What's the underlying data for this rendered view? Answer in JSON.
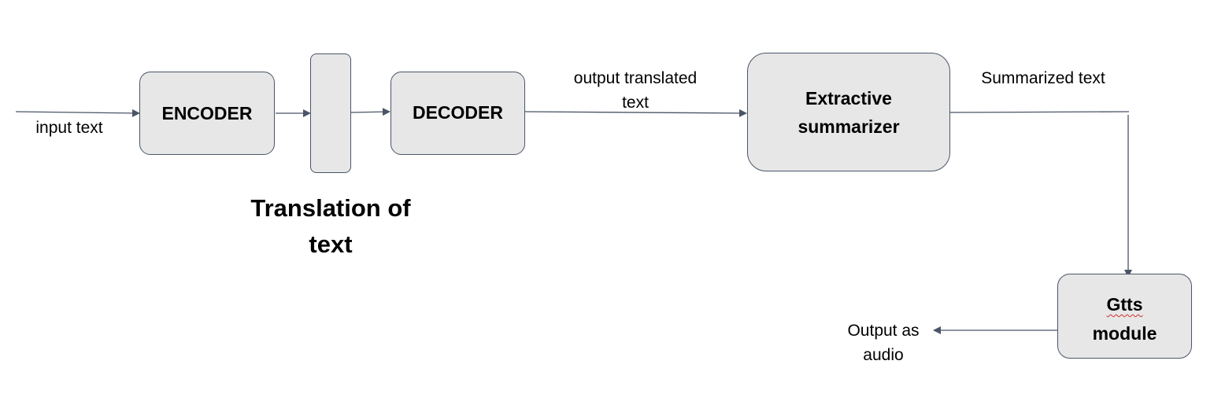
{
  "nodes": {
    "encoder": "ENCODER",
    "decoder": "DECODER",
    "summarizer_line1": "Extractive",
    "summarizer_line2": "summarizer",
    "gtts_line1": "Gtts",
    "gtts_line2": "module"
  },
  "labels": {
    "input_text": "input text",
    "output_translated_line1": "output translated",
    "output_translated_line2": "text",
    "summarized_text": "Summarized text",
    "translation_line1": "Translation of",
    "translation_line2": "text",
    "output_audio_line1": "Output as",
    "output_audio_line2": "audio"
  },
  "colors": {
    "box_fill": "#e7e7e7",
    "box_border": "#4a5567",
    "connector": "#4a5567"
  }
}
